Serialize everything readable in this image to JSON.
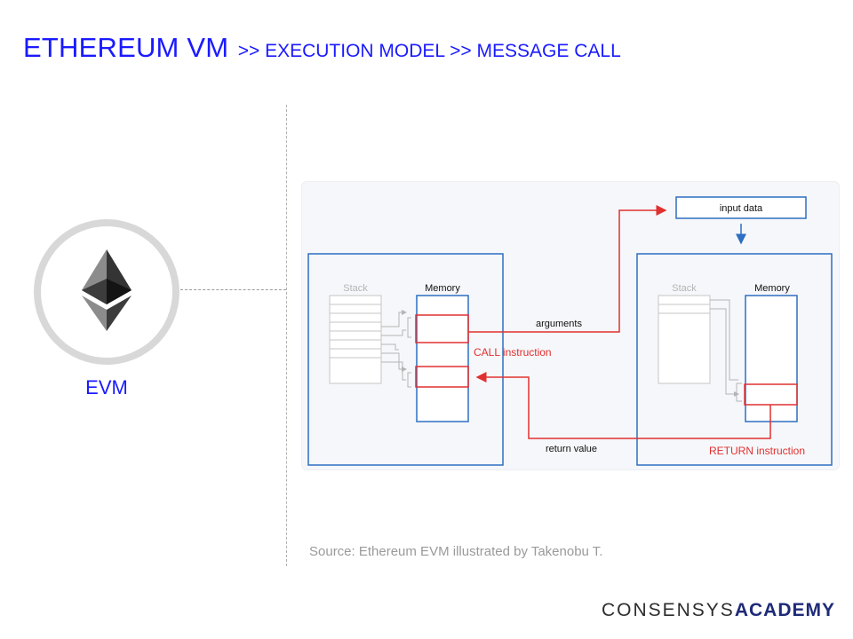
{
  "header": {
    "title_main": "ETHEREUM VM",
    "title_sub": ">> EXECUTION MODEL >> MESSAGE CALL"
  },
  "logo": {
    "icon": "ethereum-diamond-icon",
    "label": "EVM"
  },
  "diagram": {
    "left_box": {
      "stack_label": "Stack",
      "memory_label": "Memory"
    },
    "right_box": {
      "stack_label": "Stack",
      "memory_label": "Memory"
    },
    "input_data_label": "input data",
    "arguments_label": "arguments",
    "call_instruction_label": "CALL instruction",
    "return_value_label": "return value",
    "return_instruction_label": "RETURN instruction",
    "colors": {
      "blue": "#2d6fc1",
      "red": "#e03030",
      "gray": "#b4b4b4"
    }
  },
  "source": "Source: Ethereum EVM illustrated by Takenobu T.",
  "brand": {
    "light": "CONSENSYS",
    "bold": "ACADEMY"
  }
}
